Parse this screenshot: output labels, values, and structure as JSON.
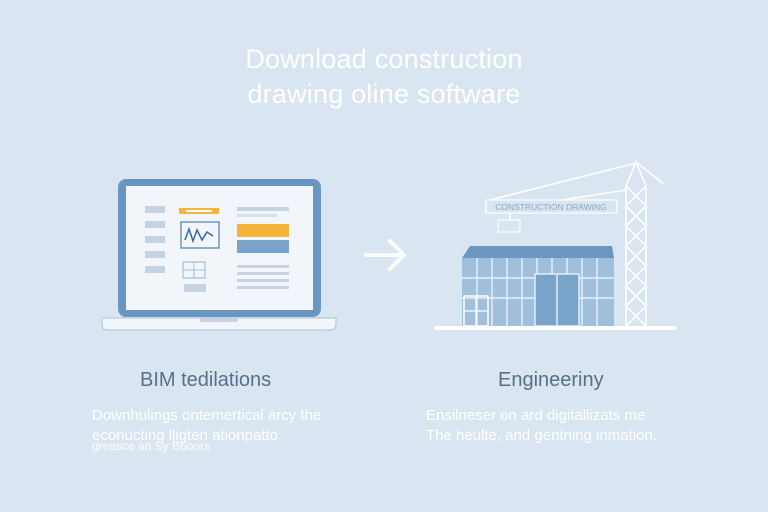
{
  "title": {
    "line1": "Download construction",
    "line2": "drawing oline software"
  },
  "colors": {
    "background": "#d9e5f0",
    "laptop_frame": "#6a97c2",
    "accent_orange": "#f4b53a",
    "accent_blue": "#7aa3c9",
    "building_glass": "#9fbfdc",
    "crane_white": "#ffffff"
  },
  "illustration": {
    "arrow_icon": "arrow-right-icon",
    "crane_banner": "CONSTRUCTION DRAWING"
  },
  "left": {
    "heading": "BIM tedilations",
    "desc_line1": "Downhulings ontemertical arcy the",
    "desc_line2": "econucting lligten ationpatto",
    "desc_line3": "greasce ah Sy B6oors"
  },
  "right": {
    "heading": "Engineeriny",
    "desc_line1": "Ensilneser on ard digitallizats me",
    "desc_line2": "The heulte, and gentning inmation."
  }
}
